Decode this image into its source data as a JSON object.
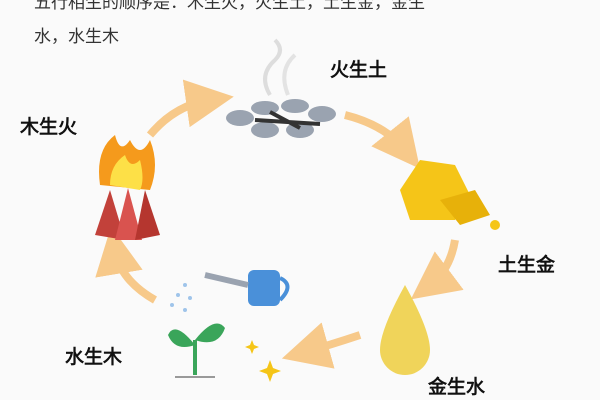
{
  "intro": {
    "line1": "五行相生的顺序是：木生火，火生土，土生金，金生",
    "line2": "水，水生木"
  },
  "labels": {
    "fire_earth": "火生土",
    "earth_metal": "土生金",
    "metal_water": "金生水",
    "water_wood": "水生木",
    "wood_fire": "木生火"
  },
  "colors": {
    "arrow": "#f7c98a",
    "flame": "#f59a1c",
    "gold": "#f5c518",
    "water": "#e8c94a",
    "plant": "#3aa55a",
    "can": "#4a90d9"
  }
}
